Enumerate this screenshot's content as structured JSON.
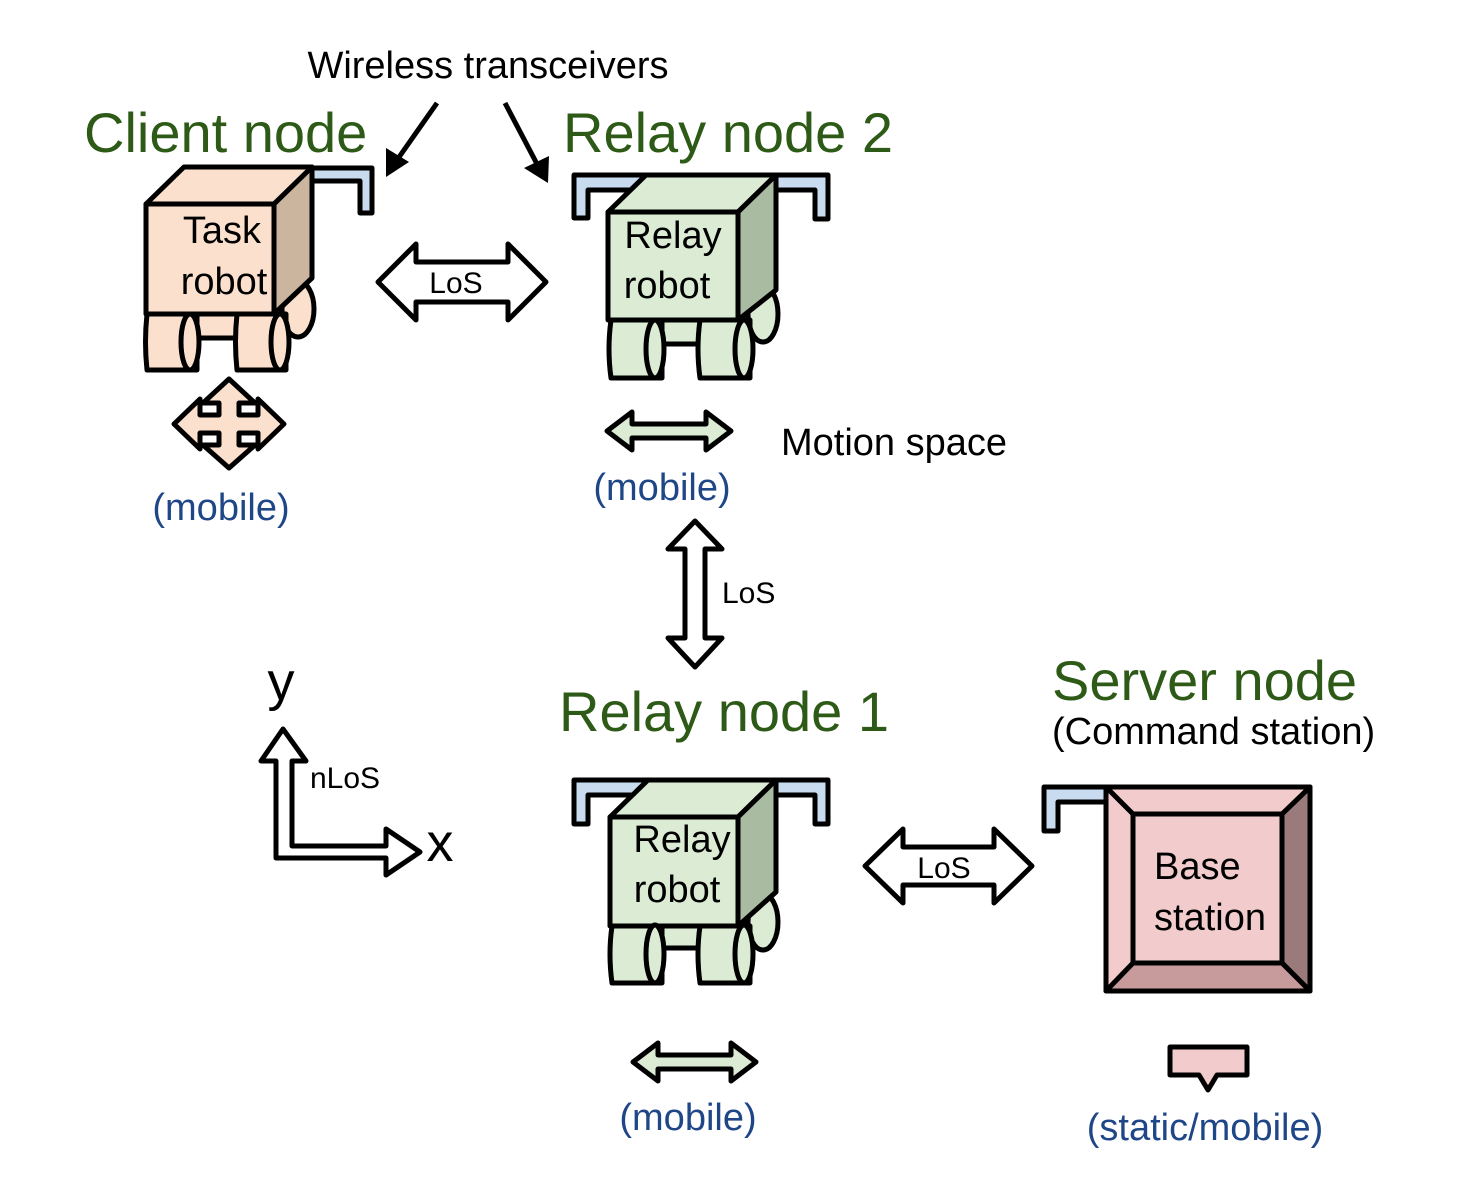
{
  "annotations": {
    "wireless_transceivers": "Wireless transceivers",
    "motion_space": "Motion space"
  },
  "nodes": {
    "client": {
      "title": "Client node",
      "robot_line1": "Task",
      "robot_line2": "robot",
      "mode": "(mobile)"
    },
    "relay2": {
      "title": "Relay node 2",
      "robot_line1": "Relay",
      "robot_line2": "robot",
      "mode": "(mobile)"
    },
    "relay1": {
      "title": "Relay node 1",
      "robot_line1": "Relay",
      "robot_line2": "robot",
      "mode": "(mobile)"
    },
    "server": {
      "title": "Server node",
      "subtitle": "(Command station)",
      "station_line1": "Base",
      "station_line2": "station",
      "mode": "(static/mobile)"
    }
  },
  "links": {
    "client_relay2": "LoS",
    "relay2_relay1": "LoS",
    "relay1_server": "LoS"
  },
  "axes": {
    "y_label": "y",
    "x_label": "x",
    "corner_label": "nLoS"
  },
  "colors": {
    "title": "#2d5a17",
    "mode_text": "#1f4788",
    "task_robot_fill": "#fbe1cd",
    "task_robot_side": "#cbb59f",
    "relay_robot_fill": "#dcebd4",
    "relay_robot_side": "#a9bba0",
    "station_fill": "#f2cccc",
    "station_side": "#9a7a7a",
    "antenna_fill": "#c9dbef"
  }
}
